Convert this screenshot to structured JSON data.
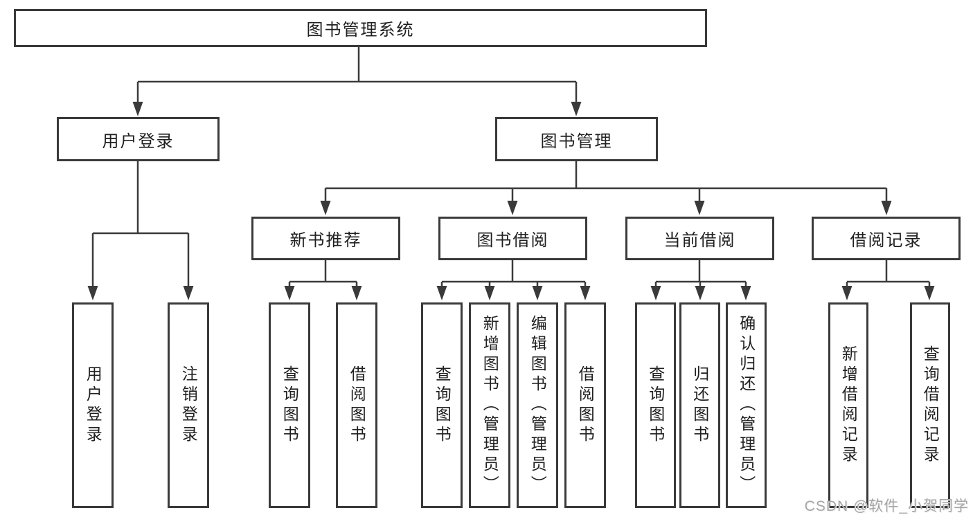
{
  "tree": {
    "label": "图书管理系统",
    "children": [
      {
        "label": "用户登录",
        "children": [
          {
            "label": "用户登录"
          },
          {
            "label": "注销登录"
          }
        ]
      },
      {
        "label": "图书管理",
        "children": [
          {
            "label": "新书推荐",
            "children": [
              {
                "label": "查询图书"
              },
              {
                "label": "借阅图书"
              }
            ]
          },
          {
            "label": "图书借阅",
            "children": [
              {
                "label": "查询图书"
              },
              {
                "label": "新增图书（管理员）"
              },
              {
                "label": "编辑图书（管理员）"
              },
              {
                "label": "借阅图书"
              }
            ]
          },
          {
            "label": "当前借阅",
            "children": [
              {
                "label": "查询图书"
              },
              {
                "label": "归还图书"
              },
              {
                "label": "确认归还（管理员）"
              }
            ]
          },
          {
            "label": "借阅记录",
            "children": [
              {
                "label": "新增借阅记录"
              },
              {
                "label": "查询借阅记录"
              }
            ]
          }
        ]
      }
    ]
  },
  "watermark": {
    "text": "CSDN @软件_小贺同学"
  },
  "colors": {
    "line": "#3a3a3a",
    "box_border": "#3a3a3a",
    "text": "#202020",
    "watermark": "#a6a6a6",
    "background": "#ffffff"
  }
}
